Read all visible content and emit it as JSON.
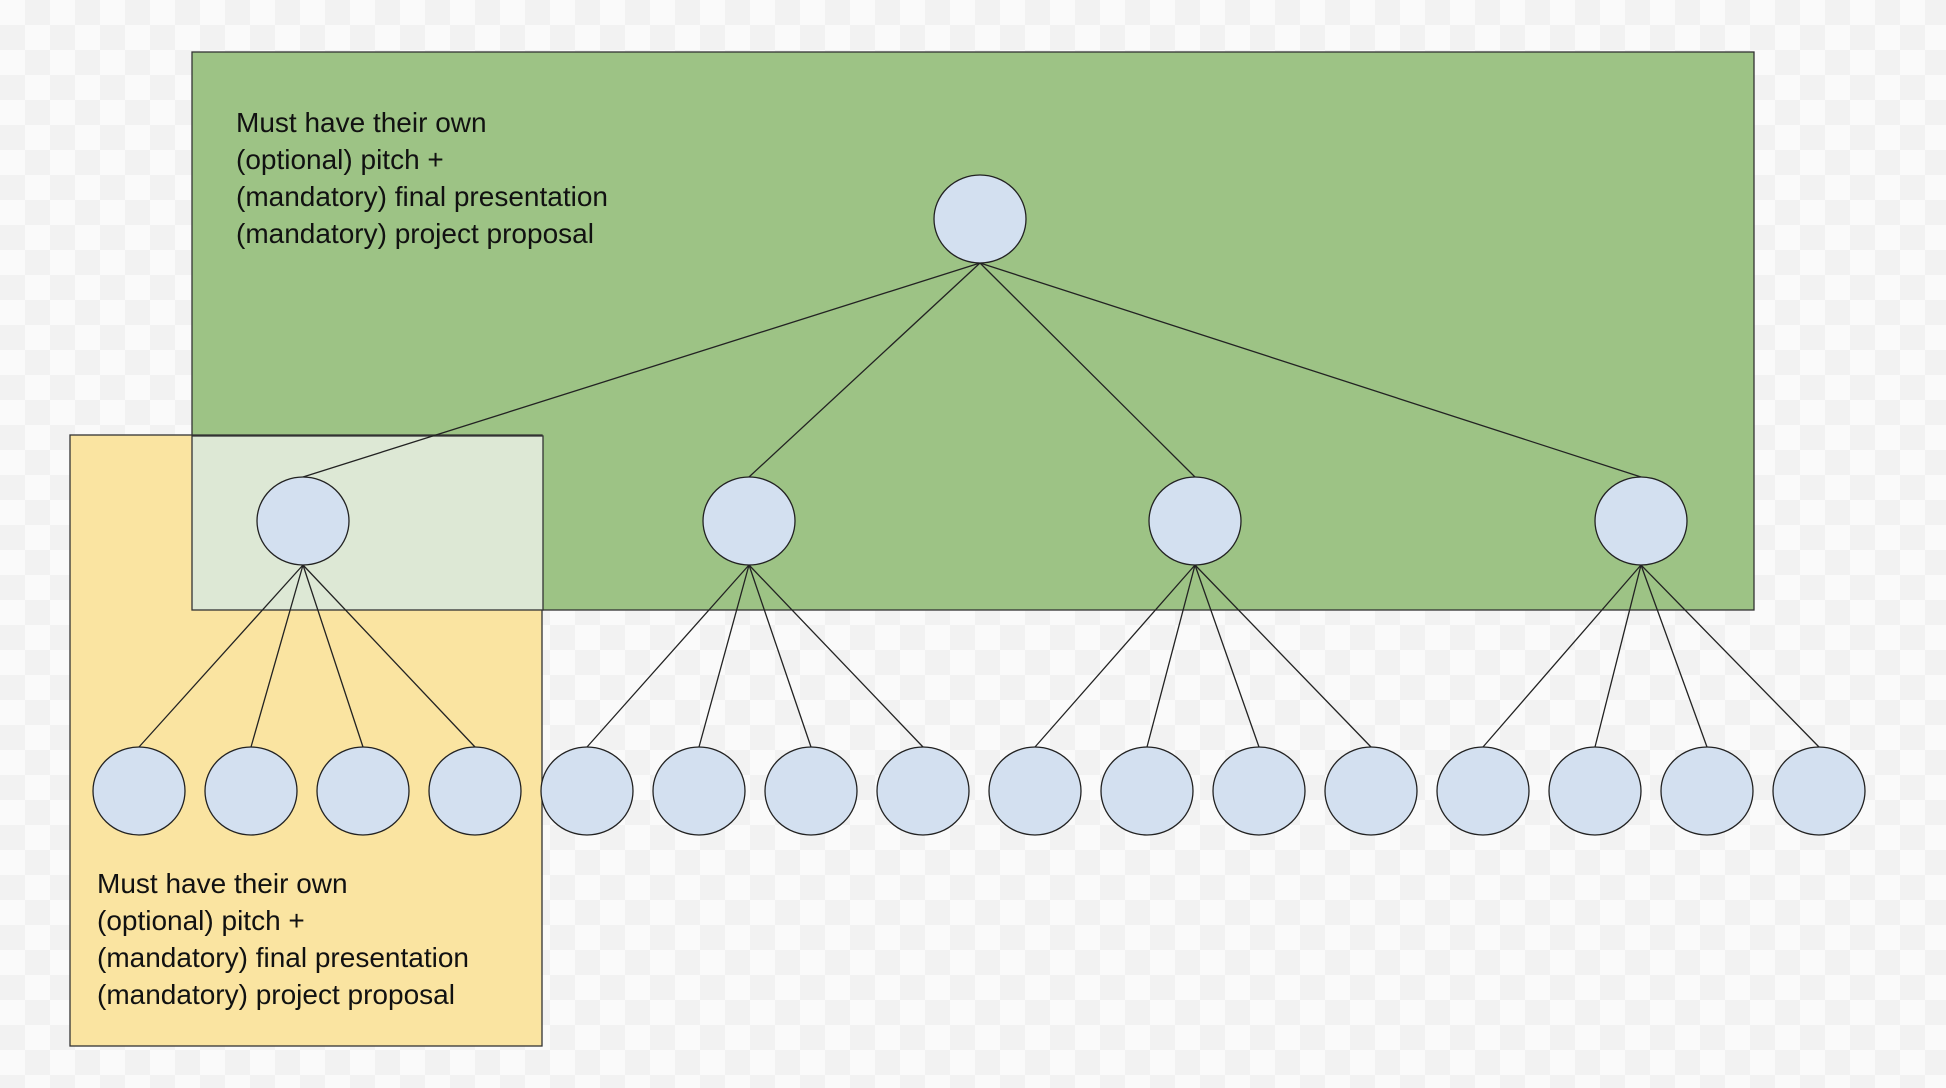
{
  "colors": {
    "top_region": "#9dc385",
    "lower_region": "#fae4a1",
    "overlap": "#dde8d5",
    "node_fill": "#d3e0f0",
    "stroke": "#222222"
  },
  "regions": {
    "top": {
      "lines": [
        "Must have their own",
        "(optional) pitch +",
        "(mandatory) final presentation",
        "(mandatory) project proposal"
      ]
    },
    "lower": {
      "lines": [
        "Must have their own",
        "(optional) pitch +",
        "(mandatory) final presentation",
        "(mandatory) project proposal"
      ]
    }
  },
  "tree": {
    "root": 1,
    "level1_count": 4,
    "children_per_level1": 4
  }
}
